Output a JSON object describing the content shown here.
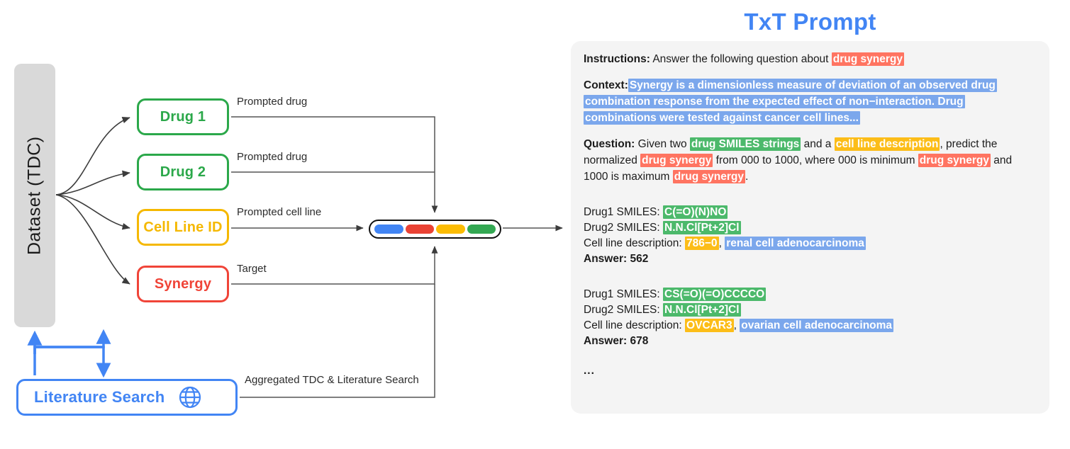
{
  "diagram": {
    "dataset_label": "Dataset (TDC)",
    "nodes": [
      {
        "id": "drug1",
        "label": "Drug 1",
        "color": "#2ba84a"
      },
      {
        "id": "drug2",
        "label": "Drug 2",
        "color": "#2ba84a"
      },
      {
        "id": "cell_line",
        "label": "Cell Line ID",
        "color": "#f5b800"
      },
      {
        "id": "synergy",
        "label": "Synergy",
        "color": "#f04438"
      },
      {
        "id": "lit",
        "label": "Literature Search",
        "color": "#4285f4"
      }
    ],
    "edge_labels": {
      "drug1": "Prompted drug",
      "drug2": "Prompted drug",
      "cell_line": "Prompted cell line",
      "synergy": "Target",
      "literature": "Aggregated TDC & Literature Search"
    },
    "token_pill": {
      "segments": [
        "#4285f4",
        "#ea4335",
        "#fbbc04",
        "#34a853"
      ]
    },
    "icons": {
      "globe": "globe-icon"
    }
  },
  "prompt": {
    "title": "TxT Prompt",
    "instructions": {
      "lead": "Instructions:",
      "text_before": " Answer the following question about ",
      "highlight": "drug synergy"
    },
    "context": {
      "lead": "Context:",
      "highlight": "Synergy is a dimensionless measure of deviation of an observed drug combination response from the expected effect of non−interaction. Drug combinations were tested against cancer cell lines..."
    },
    "question": {
      "lead": "Question:",
      "t1": " Given two ",
      "h_smiles": "drug SMILES strings",
      "t2": " and a ",
      "h_cellline": "cell line description",
      "t3": ", predict the normalized ",
      "h_syn1": "drug synergy",
      "t4": " from 000 to 1000, where 000 is minimum ",
      "h_syn2": "drug synergy",
      "t5": " and 1000 is maximum ",
      "h_syn3": "drug synergy",
      "t6": "."
    },
    "examples": [
      {
        "drug1_label": "Drug1 SMILES: ",
        "drug1_value": "C(=O)(N)NO",
        "drug2_label": "Drug2 SMILES: ",
        "drug2_value": "N.N.Cl[Pt+2]Cl",
        "cellline_label": "Cell line description: ",
        "cellline_id": "786−0",
        "cellline_sep": ", ",
        "cellline_desc": "renal cell adenocarcinoma",
        "answer_label": "Answer: ",
        "answer_value": "562"
      },
      {
        "drug1_label": "Drug1 SMILES: ",
        "drug1_value": "CS(=O)(=O)CCCCO",
        "drug2_label": "Drug2 SMILES: ",
        "drug2_value": "N.N.Cl[Pt+2]Cl",
        "cellline_label": "Cell line description: ",
        "cellline_id": "OVCAR3",
        "cellline_sep": ", ",
        "cellline_desc": "ovarian cell adenocarcinoma",
        "answer_label": "Answer: ",
        "answer_value": "678"
      }
    ],
    "trailing_ellipsis": "..."
  },
  "colors": {
    "title": "#4285f4",
    "panel_bg": "#f4f4f4",
    "hl_red": "#ff7461",
    "hl_blue": "#7ba7ec",
    "hl_green": "#4cb96b",
    "hl_yellow": "#fcbd18",
    "dataset_gray": "#d9d9d9"
  }
}
